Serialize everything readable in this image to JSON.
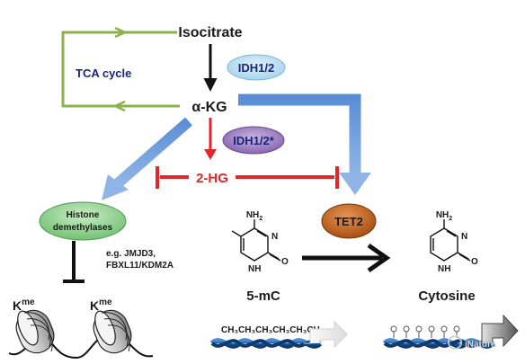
{
  "metabolites": {
    "isocitrate": "Isocitrate",
    "akg": "α-KG",
    "hg": "2-HG",
    "five_mc": "5-mC",
    "cytosine": "Cytosine"
  },
  "cycle_label": "TCA cycle",
  "enzymes": {
    "idh": "IDH1/2",
    "idh_mut": "IDH1/2*",
    "tet2": "TET2",
    "histone_demethylases": [
      "Histone",
      "demethylases"
    ]
  },
  "examples": {
    "line1": "e.g. JMJD3,",
    "line2": "FBXL11/KDM2A"
  },
  "kme": {
    "k": "K",
    "me": "me"
  },
  "chem": {
    "amine": "NH",
    "amine_sub": "2",
    "nitrogen": "N",
    "oxygen": "O",
    "nh": "NH",
    "methyl_marks": "CH₃CH₃CH₃CH₃CH₃CH₃"
  },
  "watermark": "iNature",
  "colors": {
    "green_arrow": "#8db24b",
    "blue_arrow": "#6f9bd8",
    "red_inhibit": "#e2262b",
    "idh_fill": "#b9dff2",
    "idh_mut_fill": "#9d7fc0",
    "tet2_fill": "#c0601b",
    "histone_fill": "#8fd08f",
    "dna_blue": "#1e5fa8"
  }
}
